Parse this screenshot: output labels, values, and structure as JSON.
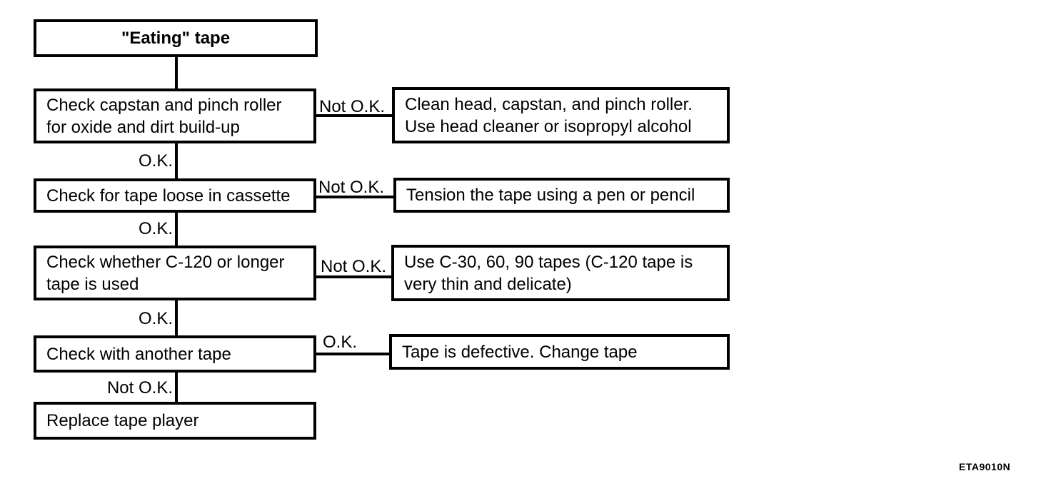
{
  "page": {
    "background_color": "#ffffff",
    "line_color": "#000000",
    "figure_code": "ETA9010N"
  },
  "flowchart": {
    "title": "\"Eating\" tape",
    "rows": [
      {
        "check": "Check capstan and pinch roller\nfor oxide and dirt build-up",
        "branch_label": "Not O.K.",
        "action": "Clean head, capstan, and pinch roller.\nUse head cleaner or isopropyl alcohol",
        "next_label": "O.K."
      },
      {
        "check": "Check for tape loose in cassette",
        "branch_label": "Not O.K.",
        "action": "Tension the tape using a pen or pencil",
        "next_label": "O.K."
      },
      {
        "check": "Check whether C-120 or longer\ntape is used",
        "branch_label": "Not O.K.",
        "action": "Use C-30, 60, 90 tapes (C-120 tape is\nvery thin and delicate)",
        "next_label": "O.K."
      },
      {
        "check": "Check with another tape",
        "branch_label": "O.K.",
        "action": "Tape is defective. Change tape",
        "next_label": "Not O.K."
      }
    ],
    "final_action": "Replace tape player"
  }
}
